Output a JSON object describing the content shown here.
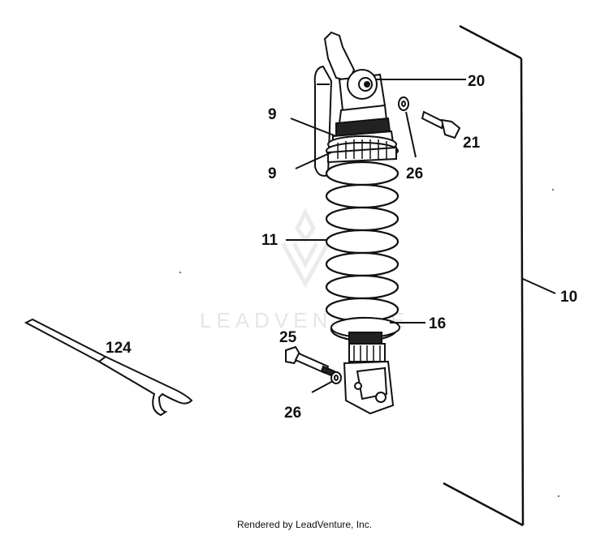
{
  "watermark": {
    "text": "LEADVENTURE"
  },
  "callouts": {
    "c20": "20",
    "c9a": "9",
    "c9b": "9",
    "c26a": "26",
    "c21": "21",
    "c11": "11",
    "c10": "10",
    "c16": "16",
    "c25": "25",
    "c26b": "26",
    "c124": "124"
  },
  "footer": {
    "text": "Rendered by LeadVenture, Inc."
  }
}
